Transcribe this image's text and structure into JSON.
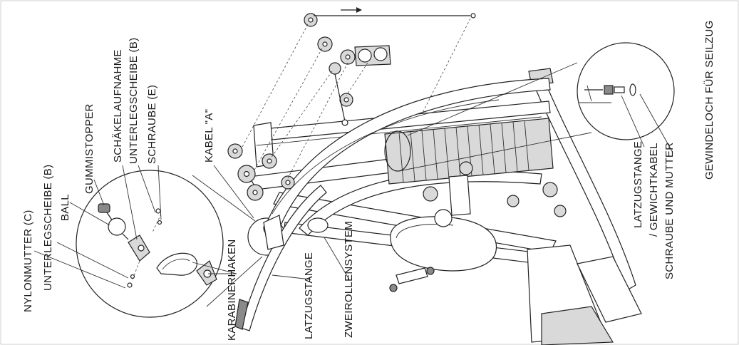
{
  "labels": {
    "nylonmutter": "NYLONMUTTER (C)",
    "unterlegscheibe_b_1": "UNTERLEGSCHEIBE (B)",
    "ball": "BALL",
    "gummistopper": "GUMMISTOPPER",
    "schaekelaufnahme": "SCHÄKELAUFNAHME",
    "unterlegscheibe_b_2": "UNTERLEGSCHEIBE (B)",
    "schraube_e": "SCHRAUBE (E)",
    "kabel_a": "KABEL \"A\"",
    "karabinerhaken": "KARABINERHAKEN",
    "latzugstange": "LATZUGSTANGE",
    "zweirollensystem": "ZWEIROLLENSYSTEM",
    "latzugstange_gewichtkabel_1": "LATZUGSTANGE",
    "latzugstange_gewichtkabel_2": "/ GEWICHTKABEL",
    "schraube_und_mutter": "SCHRAUBE UND MUTTER",
    "gewindeloch": "GEWINDELOCH FÜR SEILZUG"
  }
}
